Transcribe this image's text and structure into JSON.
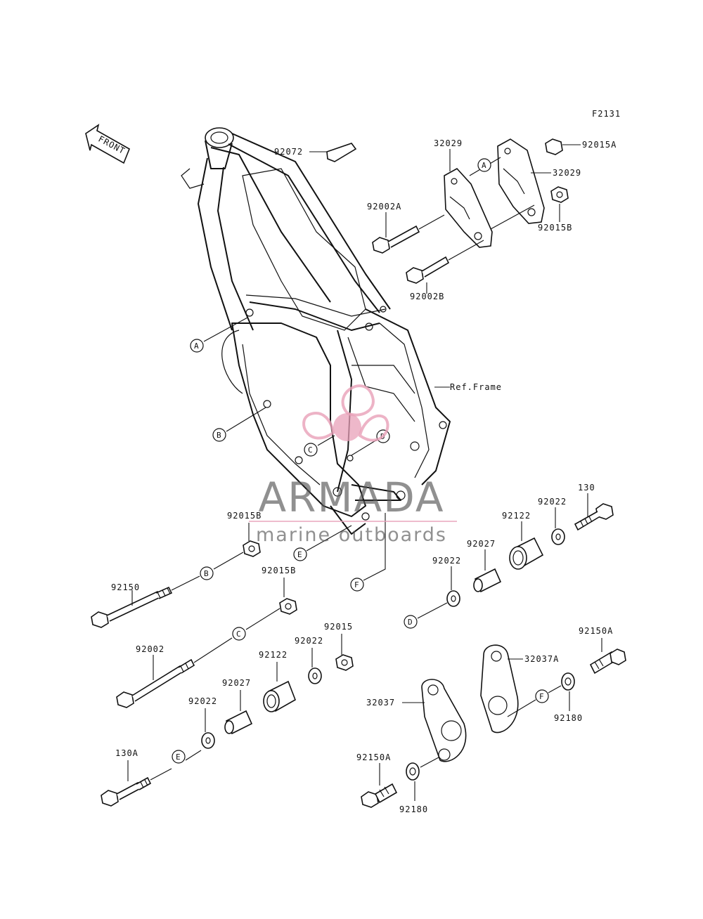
{
  "diagram_code": "F2131",
  "front_arrow_label": "FRONT",
  "ref_frame_label": "Ref.Frame",
  "part_labels": {
    "p92072": "92072",
    "p32029_top": "32029",
    "p92015A": "92015A",
    "p32029_right": "32029",
    "p92002A": "92002A",
    "p92015B_top": "92015B",
    "p92002B": "92002B",
    "p92015B_left": "92015B",
    "p92150": "92150",
    "p92015B_mid": "92015B",
    "p92002": "92002",
    "p92015": "92015",
    "p92022_mid": "92022",
    "p92122_mid": "92122",
    "p92027_mid": "92027",
    "p92022_low": "92022",
    "p130A": "130A",
    "p130": "130",
    "p92022_right": "92022",
    "p92122_right": "92122",
    "p92027_right": "92027",
    "p92022_rlow": "92022",
    "p92150A_right": "92150A",
    "p32037A": "32037A",
    "p32037": "32037",
    "p92180_right": "92180",
    "p92150A_low": "92150A",
    "p92180_low": "92180"
  },
  "callouts": {
    "A": "A",
    "B": "B",
    "C": "C",
    "D": "D",
    "E": "E",
    "F": "F"
  },
  "watermark": {
    "brand": "ARMADA",
    "tagline": "marine outboards",
    "logo_color": "#e8a0b8"
  }
}
